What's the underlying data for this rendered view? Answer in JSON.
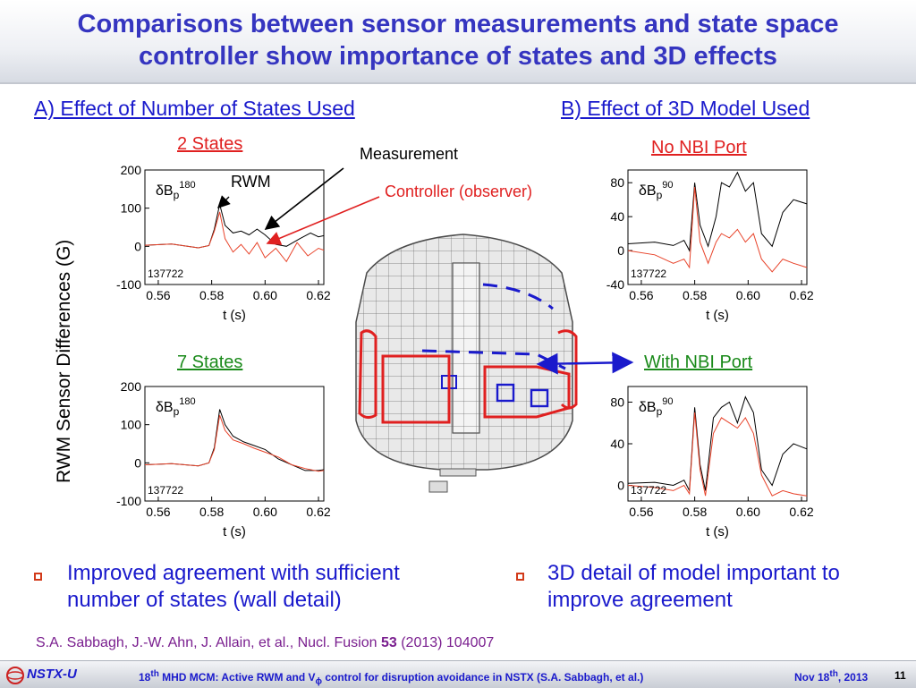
{
  "title": {
    "line1": "Comparisons between sensor measurements and state space",
    "line2": "controller show importance of states and 3D effects"
  },
  "section_a": "A) Effect of Number of States Used",
  "section_b": "B) Effect of 3D Model Used",
  "y_axis_label": "RWM Sensor Differences (G)",
  "annotations": {
    "measurement": "Measurement",
    "controller": "Controller (observer)",
    "rwm": "RWM"
  },
  "colors": {
    "measurement": "#000000",
    "controller": "#e8432a",
    "title": "#3535c0",
    "link": "#1a1acc"
  },
  "icon_arrow": "double-arrow-icon",
  "bullets": [
    {
      "line1": "Improved agreement with sufficient",
      "line2": "number of states (wall detail)"
    },
    {
      "line1": "3D detail of model important to",
      "line2": "improve agreement"
    }
  ],
  "citation": {
    "prefix": "S.A. Sabbagh, J.-W. Ahn, J. Allain, et al., Nucl. Fusion ",
    "volume": "53",
    "suffix": " (2013) 104007"
  },
  "footer": {
    "logo": "NSTX-U",
    "pre": "18",
    "sup": "th",
    "mid": " MHD MCM: Active RWM and V",
    "sub": "ϕ",
    "post": " control for disruption avoidance in NSTX (S.A. Sabbagh, et al.)",
    "date_pre": "Nov 18",
    "date_sup": "th",
    "date_post": ", 2013",
    "page": "11"
  },
  "chart_data": [
    {
      "type": "line",
      "title": "2 States",
      "label_main": "δB",
      "label_sub": "p",
      "label_sup": "180",
      "shot": "137722",
      "xlabel": "t (s)",
      "xticks": [
        "0.56",
        "0.58",
        "0.60",
        "0.62"
      ],
      "yticks": [
        "200",
        "100",
        "0",
        "-100"
      ],
      "xlim": [
        0.555,
        0.622
      ],
      "ylim": [
        -100,
        200
      ],
      "series": [
        {
          "color": "#000000",
          "points": [
            [
              0.555,
              3
            ],
            [
              0.565,
              6
            ],
            [
              0.575,
              -4
            ],
            [
              0.579,
              2
            ],
            [
              0.581,
              45
            ],
            [
              0.583,
              110
            ],
            [
              0.585,
              55
            ],
            [
              0.588,
              35
            ],
            [
              0.591,
              40
            ],
            [
              0.594,
              30
            ],
            [
              0.597,
              45
            ],
            [
              0.6,
              30
            ],
            [
              0.604,
              5
            ],
            [
              0.608,
              0
            ],
            [
              0.613,
              20
            ],
            [
              0.617,
              35
            ],
            [
              0.62,
              25
            ],
            [
              0.622,
              28
            ]
          ]
        },
        {
          "color": "#e8432a",
          "points": [
            [
              0.555,
              3
            ],
            [
              0.565,
              6
            ],
            [
              0.575,
              -4
            ],
            [
              0.579,
              2
            ],
            [
              0.581,
              40
            ],
            [
              0.583,
              90
            ],
            [
              0.585,
              20
            ],
            [
              0.588,
              -15
            ],
            [
              0.591,
              5
            ],
            [
              0.594,
              -20
            ],
            [
              0.597,
              10
            ],
            [
              0.6,
              -30
            ],
            [
              0.604,
              -5
            ],
            [
              0.608,
              -40
            ],
            [
              0.612,
              10
            ],
            [
              0.616,
              -25
            ],
            [
              0.62,
              -5
            ],
            [
              0.622,
              -10
            ]
          ]
        }
      ]
    },
    {
      "type": "line",
      "title": "7 States",
      "label_main": "δB",
      "label_sub": "p",
      "label_sup": "180",
      "shot": "137722",
      "xlabel": "t (s)",
      "xticks": [
        "0.56",
        "0.58",
        "0.60",
        "0.62"
      ],
      "yticks": [
        "200",
        "100",
        "0",
        "-100"
      ],
      "xlim": [
        0.555,
        0.622
      ],
      "ylim": [
        -100,
        200
      ],
      "series": [
        {
          "color": "#000000",
          "points": [
            [
              0.555,
              -5
            ],
            [
              0.565,
              -2
            ],
            [
              0.575,
              -8
            ],
            [
              0.579,
              0
            ],
            [
              0.581,
              40
            ],
            [
              0.583,
              140
            ],
            [
              0.585,
              100
            ],
            [
              0.588,
              70
            ],
            [
              0.592,
              55
            ],
            [
              0.596,
              45
            ],
            [
              0.6,
              35
            ],
            [
              0.605,
              10
            ],
            [
              0.61,
              -5
            ],
            [
              0.615,
              -20
            ],
            [
              0.62,
              -20
            ],
            [
              0.622,
              -18
            ]
          ]
        },
        {
          "color": "#e8432a",
          "points": [
            [
              0.555,
              -5
            ],
            [
              0.565,
              -2
            ],
            [
              0.575,
              -8
            ],
            [
              0.579,
              0
            ],
            [
              0.581,
              35
            ],
            [
              0.583,
              125
            ],
            [
              0.585,
              85
            ],
            [
              0.588,
              60
            ],
            [
              0.592,
              50
            ],
            [
              0.596,
              38
            ],
            [
              0.6,
              28
            ],
            [
              0.605,
              15
            ],
            [
              0.61,
              -5
            ],
            [
              0.615,
              -15
            ],
            [
              0.62,
              -22
            ],
            [
              0.622,
              -20
            ]
          ]
        }
      ]
    },
    {
      "type": "line",
      "title": "No NBI Port",
      "label_main": "δB",
      "label_sub": "p",
      "label_sup": "90",
      "shot": "137722",
      "xlabel": "t (s)",
      "xticks": [
        "0.56",
        "0.58",
        "0.60",
        "0.62"
      ],
      "yticks": [
        "80",
        "40",
        "0",
        "-40"
      ],
      "xlim": [
        0.555,
        0.622
      ],
      "ylim": [
        -40,
        95
      ],
      "series": [
        {
          "color": "#000000",
          "points": [
            [
              0.555,
              8
            ],
            [
              0.565,
              10
            ],
            [
              0.572,
              6
            ],
            [
              0.576,
              12
            ],
            [
              0.578,
              0
            ],
            [
              0.58,
              80
            ],
            [
              0.582,
              30
            ],
            [
              0.585,
              5
            ],
            [
              0.588,
              40
            ],
            [
              0.59,
              80
            ],
            [
              0.593,
              75
            ],
            [
              0.596,
              92
            ],
            [
              0.599,
              70
            ],
            [
              0.602,
              80
            ],
            [
              0.605,
              20
            ],
            [
              0.609,
              5
            ],
            [
              0.613,
              45
            ],
            [
              0.617,
              60
            ],
            [
              0.622,
              55
            ]
          ]
        },
        {
          "color": "#e8432a",
          "points": [
            [
              0.555,
              0
            ],
            [
              0.565,
              -5
            ],
            [
              0.572,
              -15
            ],
            [
              0.576,
              -10
            ],
            [
              0.578,
              -20
            ],
            [
              0.58,
              75
            ],
            [
              0.582,
              10
            ],
            [
              0.585,
              -15
            ],
            [
              0.588,
              10
            ],
            [
              0.59,
              20
            ],
            [
              0.593,
              15
            ],
            [
              0.596,
              25
            ],
            [
              0.599,
              10
            ],
            [
              0.602,
              20
            ],
            [
              0.605,
              -10
            ],
            [
              0.609,
              -25
            ],
            [
              0.613,
              -10
            ],
            [
              0.617,
              -15
            ],
            [
              0.622,
              -20
            ]
          ]
        }
      ]
    },
    {
      "type": "line",
      "title": "With NBI Port",
      "label_main": "δB",
      "label_sub": "p",
      "label_sup": "90",
      "shot": "137722",
      "xlabel": "t (s)",
      "xticks": [
        "0.56",
        "0.58",
        "0.60",
        "0.62"
      ],
      "yticks": [
        "80",
        "40",
        "0"
      ],
      "xlim": [
        0.555,
        0.622
      ],
      "ylim": [
        -15,
        95
      ],
      "series": [
        {
          "color": "#000000",
          "points": [
            [
              0.555,
              2
            ],
            [
              0.565,
              3
            ],
            [
              0.572,
              0
            ],
            [
              0.576,
              5
            ],
            [
              0.578,
              -5
            ],
            [
              0.58,
              75
            ],
            [
              0.582,
              20
            ],
            [
              0.584,
              -5
            ],
            [
              0.587,
              65
            ],
            [
              0.59,
              75
            ],
            [
              0.593,
              80
            ],
            [
              0.596,
              60
            ],
            [
              0.599,
              85
            ],
            [
              0.602,
              70
            ],
            [
              0.605,
              15
            ],
            [
              0.609,
              0
            ],
            [
              0.613,
              30
            ],
            [
              0.617,
              40
            ],
            [
              0.622,
              35
            ]
          ]
        },
        {
          "color": "#e8432a",
          "points": [
            [
              0.555,
              0
            ],
            [
              0.565,
              -2
            ],
            [
              0.572,
              -5
            ],
            [
              0.576,
              0
            ],
            [
              0.578,
              -8
            ],
            [
              0.58,
              70
            ],
            [
              0.582,
              15
            ],
            [
              0.584,
              -10
            ],
            [
              0.587,
              50
            ],
            [
              0.59,
              65
            ],
            [
              0.593,
              60
            ],
            [
              0.596,
              55
            ],
            [
              0.599,
              65
            ],
            [
              0.602,
              50
            ],
            [
              0.605,
              10
            ],
            [
              0.609,
              -10
            ],
            [
              0.613,
              -5
            ],
            [
              0.617,
              -8
            ],
            [
              0.622,
              -10
            ]
          ]
        }
      ]
    }
  ]
}
